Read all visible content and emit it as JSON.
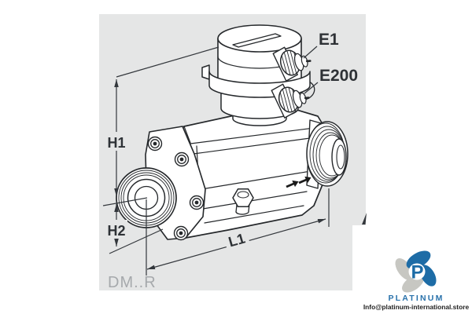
{
  "drawing_panel": {
    "background": "#e5e6e6",
    "line_color": "#25282b",
    "dimension_color": "#33373c"
  },
  "diagram": {
    "dimension_labels": {
      "h1": "H1",
      "h2": "H2",
      "l1": "L1"
    },
    "connection_labels": {
      "e1": "E1",
      "e200": "E200"
    },
    "model_label": "DM..R",
    "model_label_color": "#a6a9ac",
    "flow_icon": "double-arrow-right",
    "device": "flow-meter-with-transmitter-head"
  },
  "watermark": {
    "brand": "PLATINUM",
    "email": "Info@platinum-international.store",
    "logo_letter": "P",
    "brand_color": "#2a72ab",
    "petal_gray": "#c7c7c2",
    "email_color": "#1f1f1f"
  }
}
